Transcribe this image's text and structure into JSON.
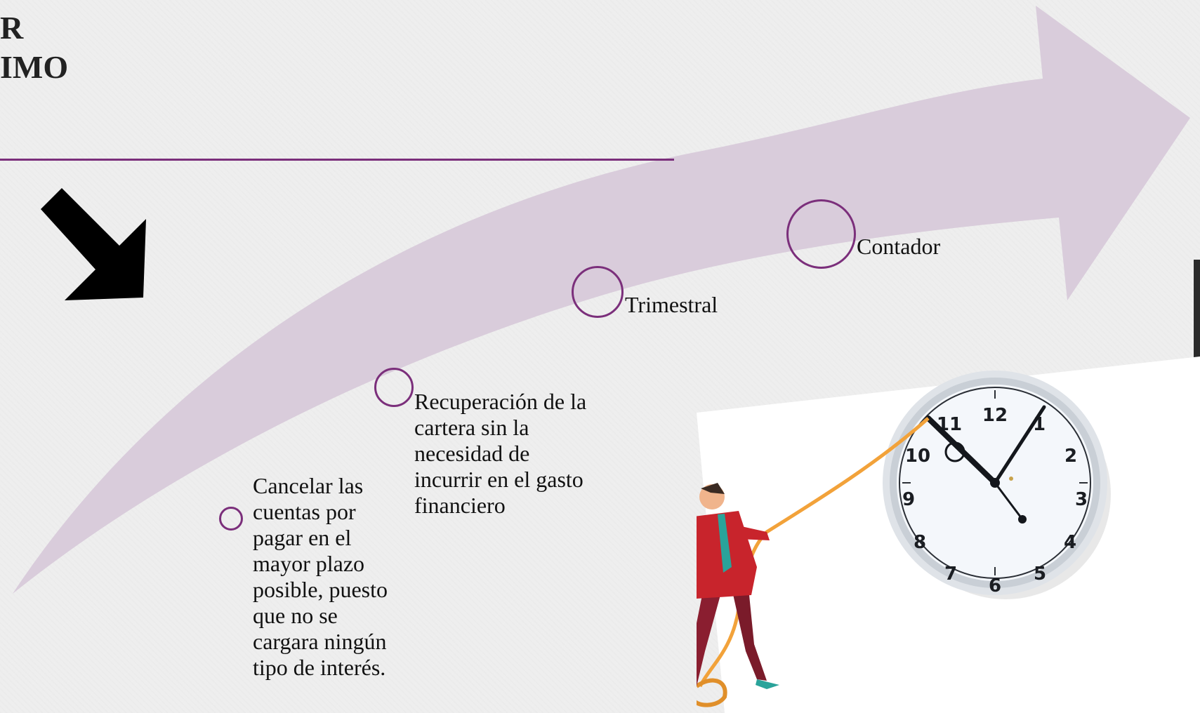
{
  "slide": {
    "title_lines": [
      "R",
      "IMO"
    ],
    "steps": [
      {
        "label": "Cancelar las cuentas por pagar en el mayor plazo posible, puesto que no se cargara ningún tipo de interés."
      },
      {
        "label": "Recuperación de la cartera sin la necesidad de incurrir en el gasto financiero"
      },
      {
        "label": "Trimestral"
      },
      {
        "label": "Contador"
      }
    ],
    "clock": {
      "numbers": [
        "12",
        "1",
        "2",
        "3",
        "4",
        "5",
        "6",
        "7",
        "8",
        "9",
        "10",
        "11"
      ]
    }
  },
  "colors": {
    "background": "#eeeeee",
    "arrow_fill": "#d9ccdb",
    "accent_purple": "#7b2f7b",
    "title_text": "#222222",
    "body_text": "#111111",
    "black_arrow": "#000000",
    "clock_face": "#f4f7fb",
    "clock_rim": "#c9cfd6",
    "suit_red": "#c8242c",
    "rope_orange": "#f2a23a"
  },
  "icons": {
    "black_arrow": "arrow-down-right-icon",
    "clock": "wall-clock-icon",
    "figure": "man-pulling-rope-illustration"
  }
}
